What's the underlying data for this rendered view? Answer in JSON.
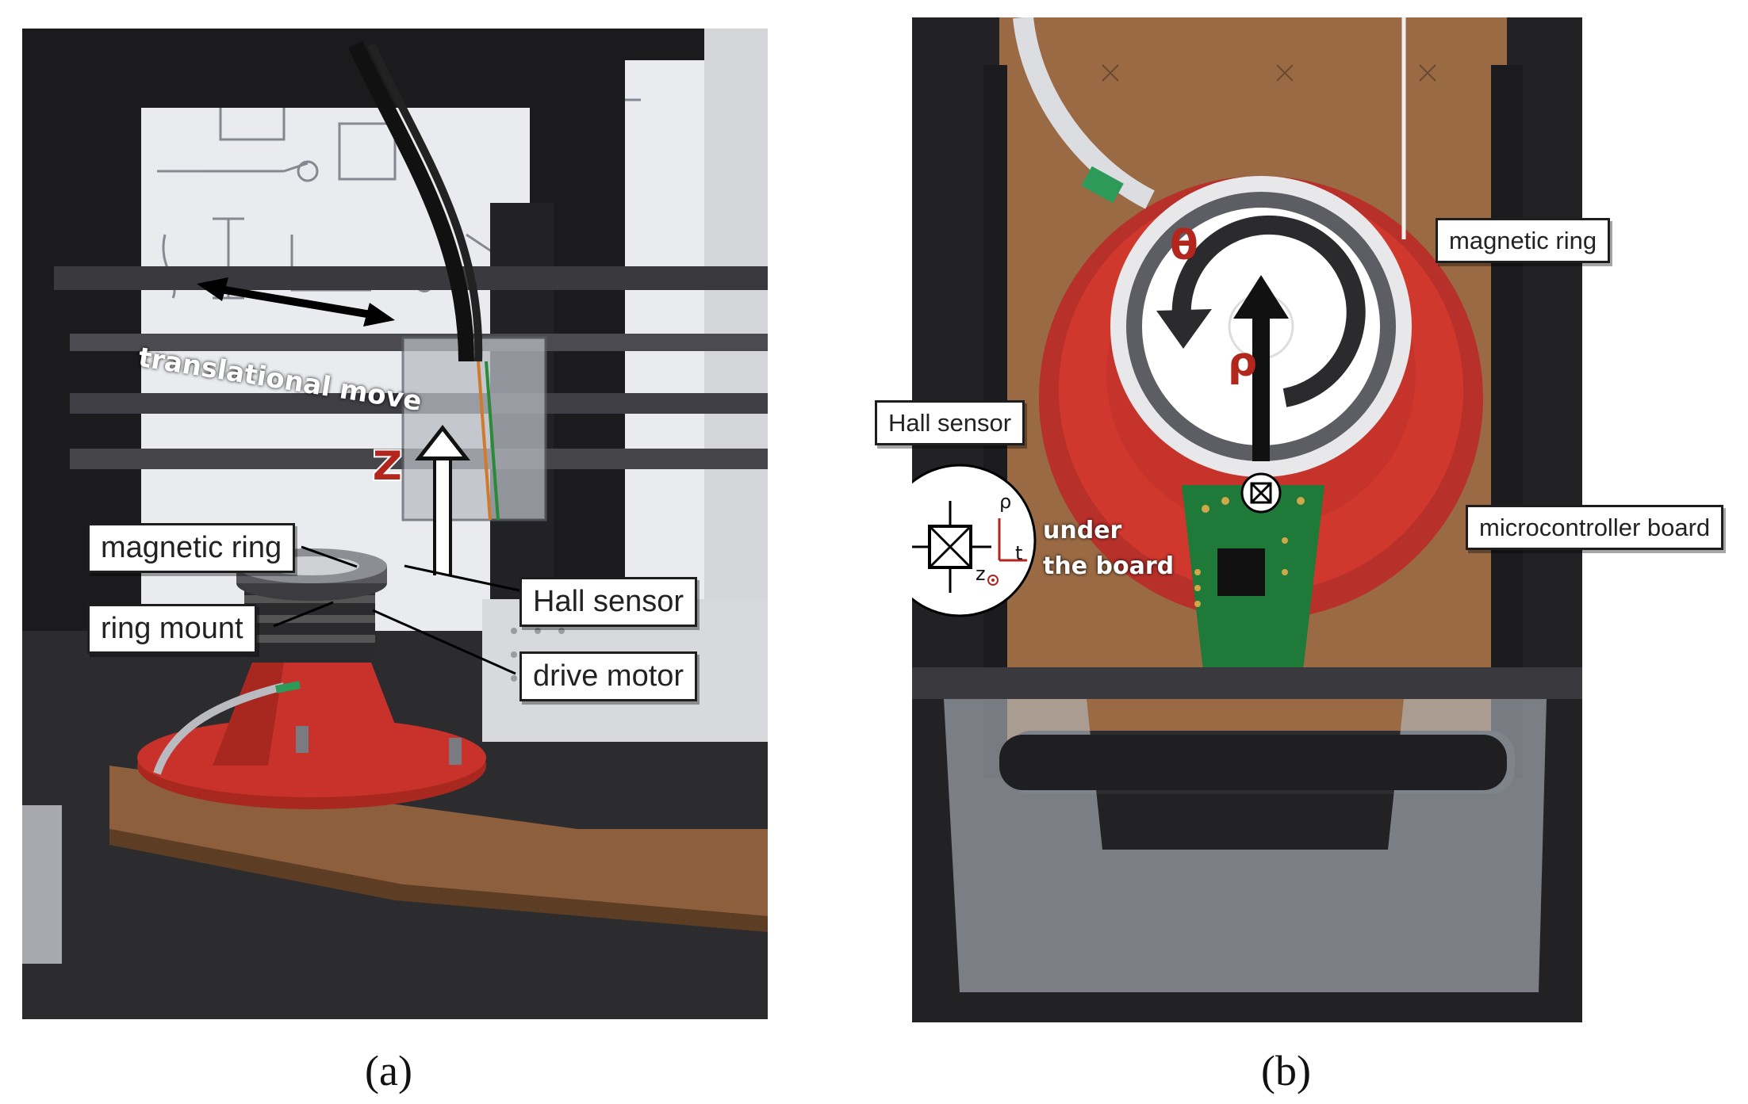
{
  "panel_a": {
    "caption": "(a)",
    "labels": {
      "translational_move": "translational move",
      "z_axis": "z",
      "magnetic_ring": "magnetic ring",
      "ring_mount": "ring mount",
      "hall_sensor": "Hall sensor",
      "drive_motor": "drive motor"
    }
  },
  "panel_b": {
    "caption": "(b)",
    "labels": {
      "magnetic_ring": "magnetic ring",
      "hall_sensor": "Hall sensor",
      "microcontroller_board": "microcontroller board",
      "theta": "θ",
      "rho": "ρ",
      "under_the_board": "under\nthe board",
      "inset_rho": "ρ",
      "inset_t": "t",
      "inset_z": "z"
    }
  },
  "colors": {
    "accent_red": "#b3261e",
    "mount_red": "#c8322a",
    "board_green": "#1f7a3a",
    "frame_black": "#1b1b1d",
    "wood": "#9a6a44"
  }
}
